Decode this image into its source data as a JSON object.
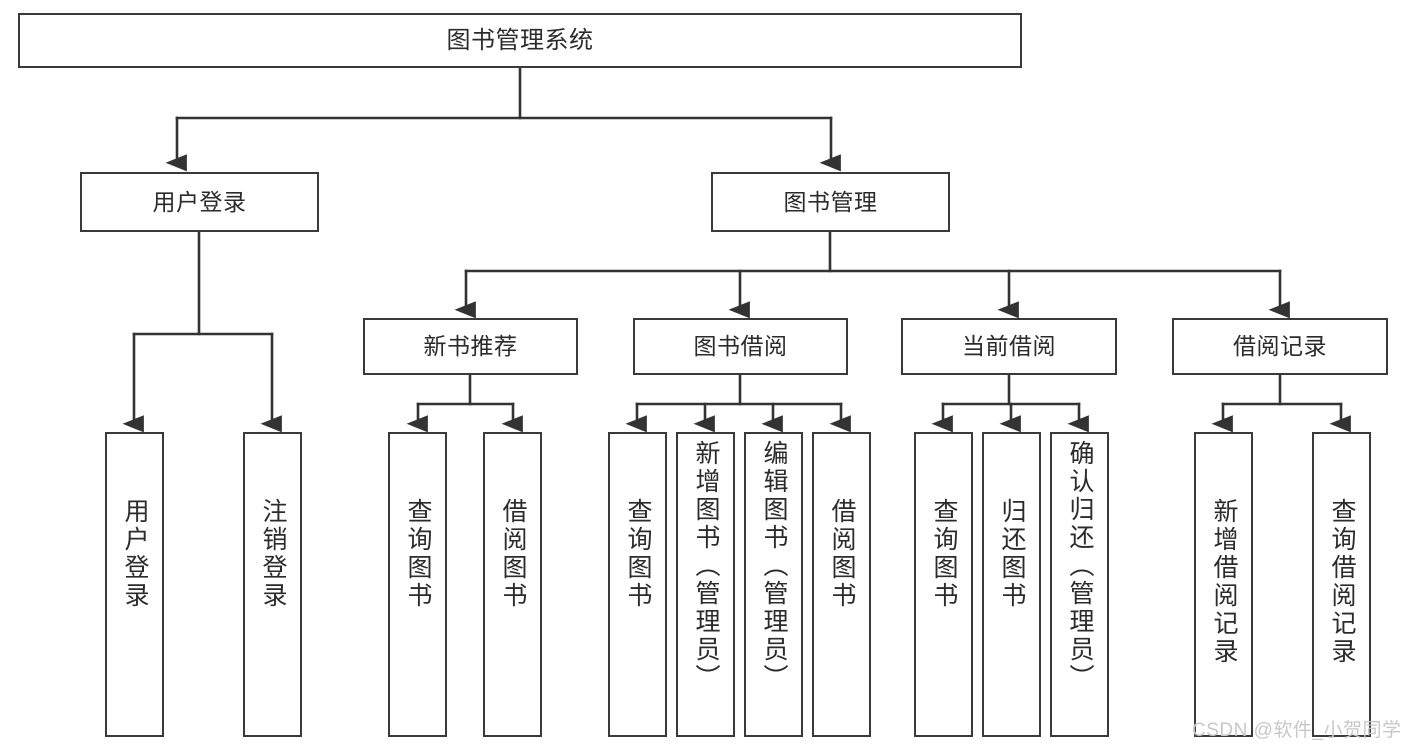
{
  "diagram": {
    "title": "图书管理系统",
    "type": "hierarchy-tree",
    "style": {
      "box_border_color": "#3a3a3a",
      "box_fill_color": "#ffffff",
      "connector_color": "#333333",
      "background_color": "#ffffff",
      "text_color": "#2b2b2b"
    },
    "levels": [
      {
        "level": 1,
        "nodes": [
          {
            "id": "root",
            "label": "图书管理系统",
            "orientation": "horizontal"
          }
        ]
      },
      {
        "level": 2,
        "nodes": [
          {
            "id": "user-login",
            "label": "用户登录",
            "orientation": "horizontal",
            "parent": "root"
          },
          {
            "id": "book-manage",
            "label": "图书管理",
            "orientation": "horizontal",
            "parent": "root"
          }
        ]
      },
      {
        "level": 3,
        "nodes": [
          {
            "id": "new-book-recommend",
            "label": "新书推荐",
            "orientation": "horizontal",
            "parent": "book-manage"
          },
          {
            "id": "book-borrow",
            "label": "图书借阅",
            "orientation": "horizontal",
            "parent": "book-manage"
          },
          {
            "id": "current-borrow",
            "label": "当前借阅",
            "orientation": "horizontal",
            "parent": "book-manage"
          },
          {
            "id": "borrow-record",
            "label": "借阅记录",
            "orientation": "horizontal",
            "parent": "book-manage"
          }
        ]
      },
      {
        "level": 4,
        "nodes": [
          {
            "id": "leaf-user-login",
            "label": "用户登录",
            "orientation": "vertical",
            "parent": "user-login"
          },
          {
            "id": "leaf-user-logout",
            "label": "注销登录",
            "orientation": "vertical",
            "parent": "user-login"
          },
          {
            "id": "leaf-query-book-1",
            "label": "查询图书",
            "orientation": "vertical",
            "parent": "new-book-recommend"
          },
          {
            "id": "leaf-borrow-book-1",
            "label": "借阅图书",
            "orientation": "vertical",
            "parent": "new-book-recommend"
          },
          {
            "id": "leaf-query-book-2",
            "label": "查询图书",
            "orientation": "vertical",
            "parent": "book-borrow"
          },
          {
            "id": "leaf-add-book",
            "label": "新增图书（管理员）",
            "orientation": "vertical",
            "parent": "book-borrow"
          },
          {
            "id": "leaf-edit-book",
            "label": "编辑图书（管理员）",
            "orientation": "vertical",
            "parent": "book-borrow"
          },
          {
            "id": "leaf-borrow-book-2",
            "label": "借阅图书",
            "orientation": "vertical",
            "parent": "book-borrow"
          },
          {
            "id": "leaf-query-book-3",
            "label": "查询图书",
            "orientation": "vertical",
            "parent": "current-borrow"
          },
          {
            "id": "leaf-return-book",
            "label": "归还图书",
            "orientation": "vertical",
            "parent": "current-borrow"
          },
          {
            "id": "leaf-confirm-return",
            "label": "确认归还（管理员）",
            "orientation": "vertical",
            "parent": "current-borrow"
          },
          {
            "id": "leaf-add-record",
            "label": "新增借阅记录",
            "orientation": "vertical",
            "parent": "borrow-record"
          },
          {
            "id": "leaf-query-record",
            "label": "查询借阅记录",
            "orientation": "vertical",
            "parent": "borrow-record"
          }
        ]
      }
    ]
  },
  "watermark": {
    "text": "CSDN @软件_小贺同学"
  }
}
